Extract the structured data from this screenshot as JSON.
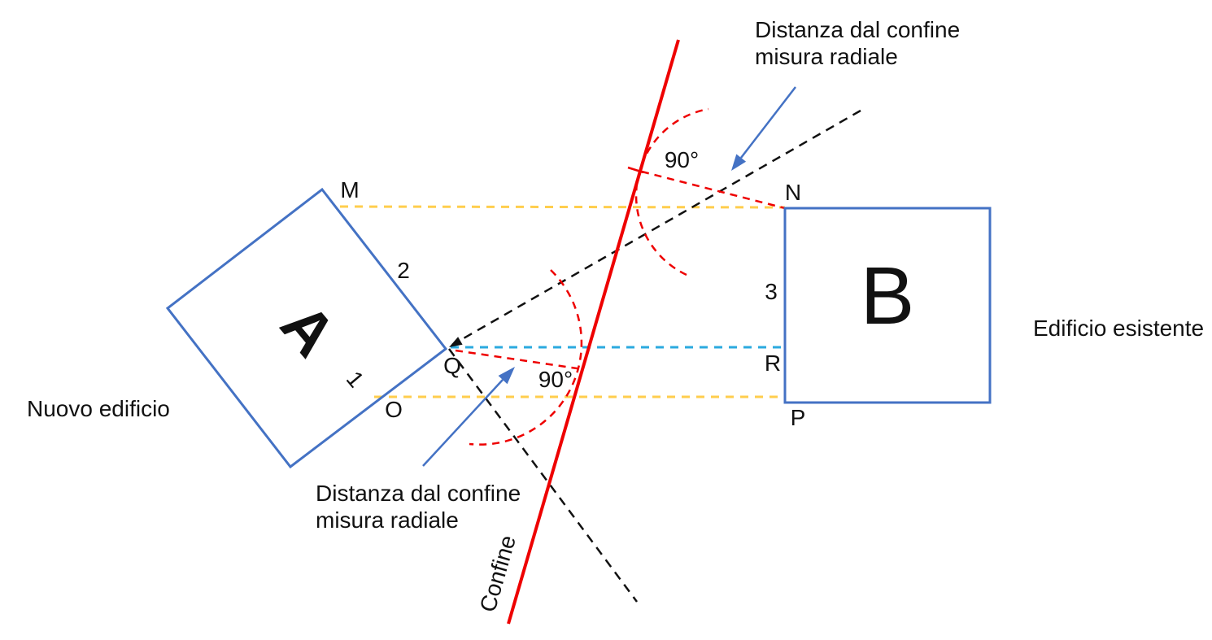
{
  "diagram": {
    "buildings": {
      "a_letter": "A",
      "a_caption": "Nuovo edificio",
      "b_letter": "B",
      "b_caption": "Edificio esistente"
    },
    "points": {
      "m": "M",
      "n": "N",
      "o": "O",
      "p": "P",
      "q": "Q",
      "r": "R"
    },
    "sides": {
      "side1": "1",
      "side2": "2",
      "side3": "3"
    },
    "boundary": {
      "label": "Confine"
    },
    "angles": {
      "top": "90°",
      "bottom": "90°"
    },
    "annotations": {
      "top": {
        "line1": "Distanza dal confine",
        "line2": "misura radiale"
      },
      "bottom": {
        "line1": "Distanza dal confine",
        "line2": "misura radiale"
      }
    },
    "colors": {
      "building_outline": "#4472C4",
      "boundary_red": "#EE0000",
      "perpendicular_red_dashed": "#EE0000",
      "alignment_yellow_dashed": "#FFCE4D",
      "alignment_cyan_dashed": "#2BAADF",
      "sightline_black_dashed": "#111111",
      "arrow_blue": "#4472C4",
      "text": "#111111",
      "background": "#FFFFFF"
    }
  }
}
